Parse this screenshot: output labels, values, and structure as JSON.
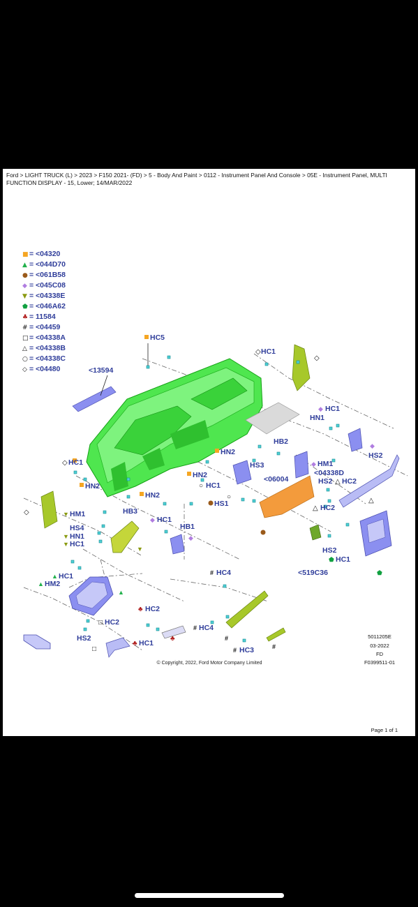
{
  "breadcrumb": "Ford > LIGHT TRUCK (L) > 2023 > F150 2021- (FD) > 5 - Body And Paint > 0112 - Instrument Panel And Console > 05E - Instrument Panel, MULTI FUNCTION DISPLAY - 15, Lower; 14/MAR/2022",
  "legend": [
    {
      "symbol": "■",
      "color": "#f5a623",
      "text": "= <04320"
    },
    {
      "symbol": "▲",
      "color": "#22b14c",
      "text": "= <044D70"
    },
    {
      "symbol": "●",
      "color": "#9a5a1a",
      "text": "= <061B58"
    },
    {
      "symbol": "◆",
      "color": "#b07de0",
      "text": "= <045C08"
    },
    {
      "symbol": "▼",
      "color": "#8a9a10",
      "text": "= <04338E"
    },
    {
      "symbol": "⬟",
      "color": "#11a040",
      "text": "= <046A62"
    },
    {
      "symbol": "♣",
      "color": "#b01c1c",
      "text": "= 11584"
    },
    {
      "symbol": "#",
      "color": "#111111",
      "text": "= <04459"
    },
    {
      "symbol": "□",
      "color": "#111111",
      "text": "= <04338A"
    },
    {
      "symbol": "△",
      "color": "#111111",
      "text": "= <04338B"
    },
    {
      "symbol": "○",
      "color": "#111111",
      "text": "= <04338C"
    },
    {
      "symbol": "◇",
      "color": "#111111",
      "text": "= <04480"
    }
  ],
  "callouts": {
    "hc5": "HC5",
    "hc1_top": "HC1",
    "p13594": "<13594",
    "hc1_right": "HC1",
    "hn1": "HN1",
    "hb2": "HB2",
    "hn2_mid": "HN2",
    "hs2_right": "HS2",
    "hc1_left": "HC1",
    "hn2_left": "HN2",
    "hs3": "HS3",
    "hm1_right": "HM1",
    "p04338d": "<04338D",
    "hn2_center": "HN2",
    "p06004": "<06004",
    "hc1_center": "HC1",
    "hs2_mid": "HS2",
    "hc2_right": "HC2",
    "hn2_low": "HN2",
    "hs1": "HS1",
    "hb3": "HB3",
    "hc2_mid": "HC2",
    "hm1_left": "HM1",
    "hc1_mid": "HC1",
    "hb1": "HB1",
    "hs4": "HS4",
    "hn1_left": "HN1",
    "hc1_left2": "HC1",
    "hs2_low": "HS2",
    "hc1_low": "HC1",
    "p519c36": "<519C36",
    "hc4_top": "HC4",
    "hc1_bl": "HC1",
    "hm2": "HM2",
    "hc2_bottom": "HC2",
    "hc4_bottom": "HC4",
    "hc2_b2": "HC2",
    "hs2_bottom": "HS2",
    "hc1_bottom": "HC1",
    "hc3": "HC3"
  },
  "drawing_info": [
    "5011205E",
    "03-2022",
    "FD",
    "F0399511-01"
  ],
  "copyright": "© Copyright, 2022, Ford Motor Company Limited",
  "page_number": "Page 1 of 1",
  "colors": {
    "dash_frame": "#35e035",
    "trim_purple": "#8b8ff0",
    "olive_panel": "#a7c82a",
    "orange_part": "#f39b3c",
    "gray_duct": "#dadada",
    "label_blue": "#2f3d9a",
    "clip_cyan": "#4fd0d6"
  }
}
